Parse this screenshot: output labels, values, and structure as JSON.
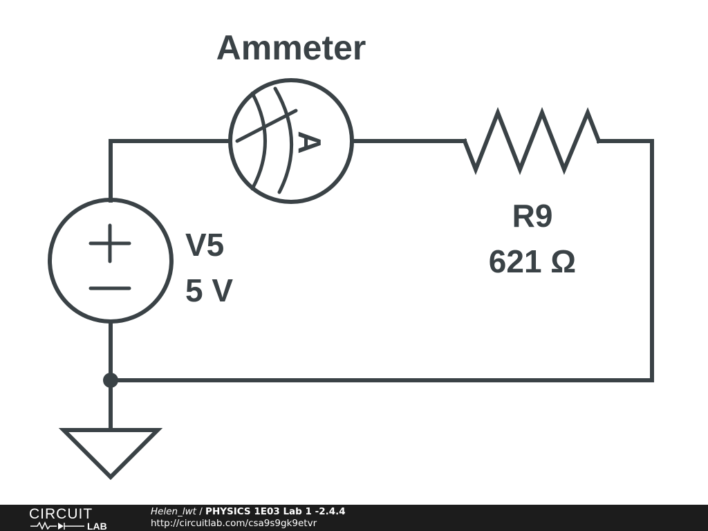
{
  "components": {
    "ammeter": {
      "label": "Ammeter",
      "glyph": "A"
    },
    "voltage_source": {
      "name": "V5",
      "value": "5 V",
      "plus": "+",
      "minus": "−"
    },
    "resistor": {
      "name": "R9",
      "value": "621 Ω"
    }
  },
  "footer": {
    "logo_top": "CIRCUIT",
    "logo_bottom": "LAB",
    "author": "Helen_lwt",
    "separator": " / ",
    "title": "PHYSICS 1E03 Lab 1 -2.4.4",
    "url": "http://circuitlab.com/csa9s9gk9etvr"
  },
  "colors": {
    "ink": "#3a4246",
    "footer_bg": "#1c1c1c",
    "footer_text": "#ffffff"
  }
}
